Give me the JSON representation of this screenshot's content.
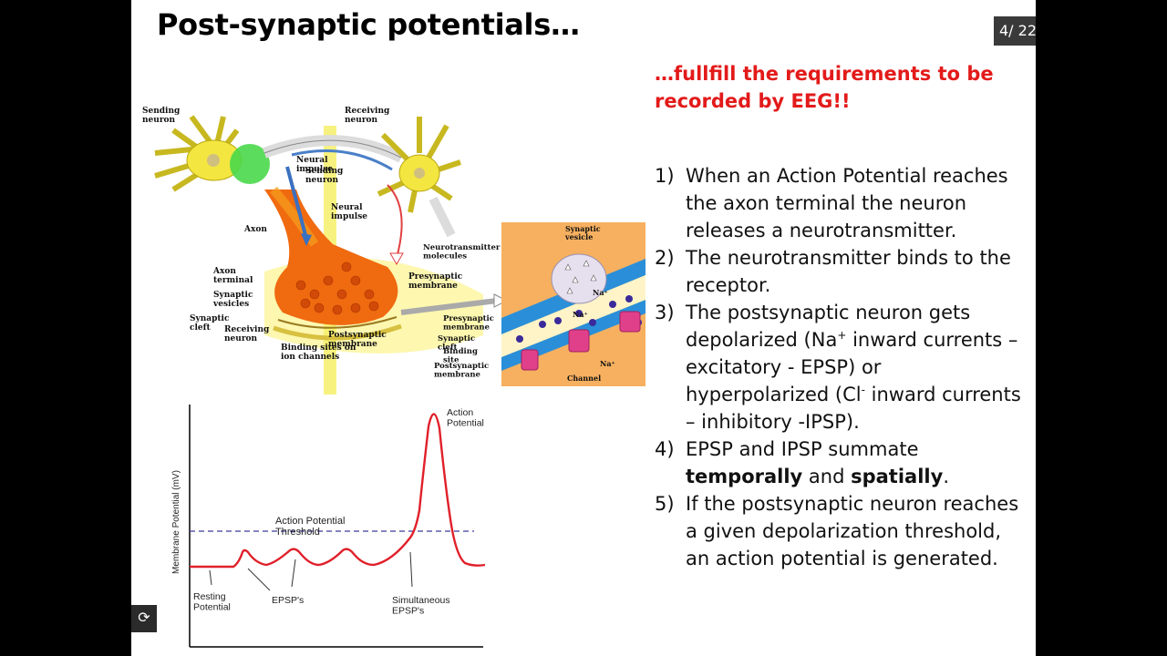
{
  "slide": {
    "title": "Post-synaptic potentials…",
    "counter": "4/ 22",
    "subtitle": "…fullfill the requirements to be recorded by EEG!!",
    "points": {
      "p1": {
        "num": "1)",
        "text": "When an Action Potential reaches the axon terminal the neuron releases a neurotransmitter."
      },
      "p2": {
        "num": "2)",
        "text": "The neurotransmitter binds to the receptor."
      },
      "p3": {
        "num": "3)",
        "a": "The postsynaptic neuron gets depolarized (Na",
        "sup1": "+",
        "b": " inward currents – excitatory - EPSP) or hyperpolarized (Cl",
        "sup2": "-",
        "c": " inward currents – inhibitory -IPSP)."
      },
      "p4": {
        "num": "4)",
        "a": "EPSP and IPSP summate ",
        "b1": "temporally",
        "mid": " and ",
        "b2": "spatially",
        "end": "."
      },
      "p5": {
        "num": "5)",
        "text": "If the postsynaptic neuron reaches a given depolarization threshold, an action potential is generated."
      }
    }
  },
  "synapse_diagram": {
    "sending_neuron": "Sending neuron",
    "receiving_neuron": "Receiving neuron",
    "neural_impulse_top": "Neural impulse",
    "sending_neuron_2": "Sending neuron",
    "neural_impulse_2": "Neural impulse",
    "axon": "Axon",
    "axon_terminal": "Axon terminal",
    "synaptic_vesicles": "Synaptic vesicles",
    "synaptic_cleft": "Synaptic cleft",
    "receiving_neuron_2": "Receiving neuron",
    "binding_sites": "Binding sites on ion channels",
    "postsynaptic_membrane": "Postsynaptic membrane",
    "presynaptic_membrane": "Presynaptic membrane"
  },
  "detail_diagram": {
    "synaptic_vesicle": "Synaptic vesicle",
    "neurotransmitter_molecules": "Neurotransmitter molecules",
    "presynaptic_membrane": "Presynaptic membrane",
    "synaptic_cleft": "Synaptic cleft",
    "binding_site": "Binding site",
    "postsynaptic_membrane": "Postsynaptic membrane",
    "channel": "Channel",
    "na1": "Na⁺",
    "na2": "Na⁺",
    "na3": "Na⁺"
  },
  "graph": {
    "ylabel": "Membrane Potential (mV)",
    "threshold_label": "Action Potential Threshold",
    "action_potential": "Action Potential",
    "resting_potential": "Resting Potential",
    "epsps": "EPSP's",
    "simultaneous": "Simultaneous EPSP's",
    "colors": {
      "trace": "#e0202a",
      "threshold": "#3a3a9a"
    }
  }
}
